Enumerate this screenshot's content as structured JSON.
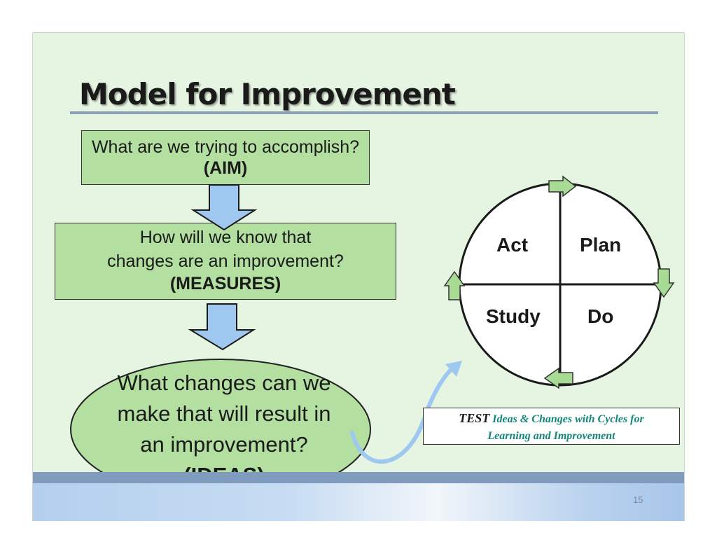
{
  "title": "Model for Improvement",
  "aim": {
    "question": "What are we trying to accomplish?",
    "label": "(AIM)"
  },
  "measures": {
    "line1": "How will we know that",
    "line2": "changes are an improvement?",
    "label": "(MEASURES)"
  },
  "ideas": {
    "line1": "What changes can we",
    "line2": "make that will result in",
    "line3": "an improvement?",
    "label": "(IDEAS)"
  },
  "cycle": {
    "act": "Act",
    "plan": "Plan",
    "study": "Study",
    "do": "Do"
  },
  "test_box": {
    "strong": "TEST",
    "rest_line1": "Ideas & Changes with Cycles for",
    "rest_line2": "Learning and Improvement"
  },
  "page_number": "15",
  "colors": {
    "box_fill": "#b3e0a0",
    "slide_bg": "#e6f5e1",
    "arrow_fill": "#9ec8f0",
    "cycle_arrow": "#a8dc94",
    "test_text": "#15867a"
  }
}
